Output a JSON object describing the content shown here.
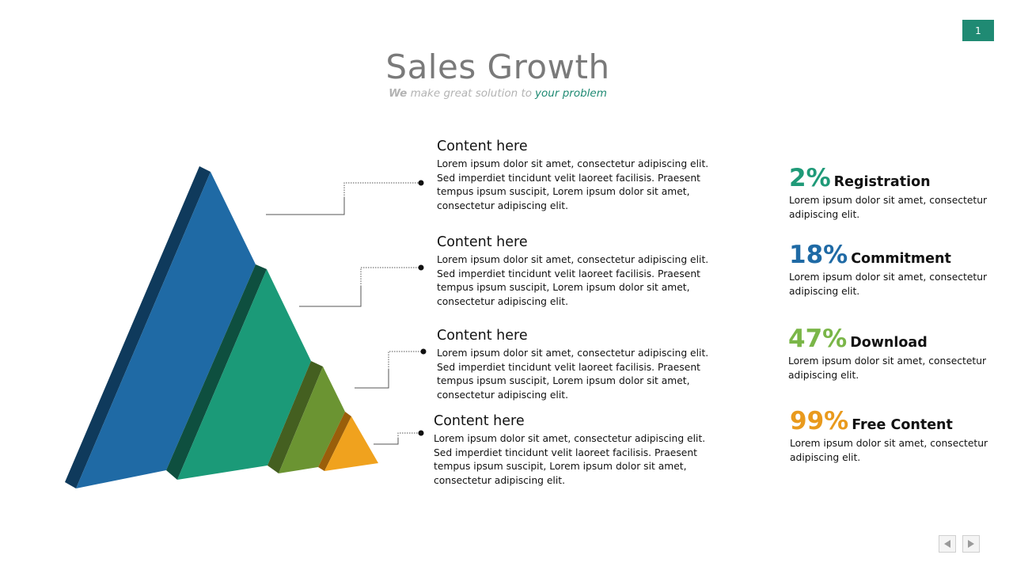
{
  "page": {
    "number": "1"
  },
  "header": {
    "title": "Sales Growth",
    "subtitle_we": "We",
    "subtitle_mid": " make great solution to",
    "subtitle_accent": "your problem"
  },
  "content_blocks": [
    {
      "title": "Content here",
      "text": "Lorem ipsum dolor sit amet, consectetur adipiscing elit. Sed imperdiet tincidunt velit laoreet facilisis. Praesent tempus ipsum suscipit, Lorem ipsum dolor sit amet, consectetur adipiscing elit."
    },
    {
      "title": "Content here",
      "text": "Lorem ipsum dolor sit amet, consectetur adipiscing elit. Sed imperdiet tincidunt velit laoreet facilisis. Praesent tempus ipsum suscipit, Lorem ipsum dolor sit amet, consectetur adipiscing elit."
    },
    {
      "title": "Content here",
      "text": "Lorem ipsum dolor sit amet, consectetur adipiscing elit. Sed imperdiet tincidunt velit laoreet facilisis. Praesent tempus ipsum suscipit, Lorem ipsum dolor sit amet, consectetur adipiscing elit."
    },
    {
      "title": "Content here",
      "text": "Lorem ipsum dolor sit amet, consectetur adipiscing elit. Sed imperdiet tincidunt velit laoreet facilisis. Praesent tempus ipsum suscipit, Lorem ipsum dolor sit amet, consectetur adipiscing elit."
    }
  ],
  "stats": [
    {
      "percent": "2%",
      "label": "Registration",
      "text": "Lorem ipsum dolor sit amet, consectetur adipiscing elit.",
      "color": "#1f9a78"
    },
    {
      "percent": "18%",
      "label": "Commitment",
      "text": "Lorem ipsum dolor sit amet, consectetur adipiscing elit.",
      "color": "#1f6aa5"
    },
    {
      "percent": "47%",
      "label": "Download",
      "text": "Lorem ipsum dolor sit amet, consectetur adipiscing elit.",
      "color": "#7ab648"
    },
    {
      "percent": "99%",
      "label": "Free Content",
      "text": "Lorem ipsum dolor sit amet, consectetur adipiscing elit.",
      "color": "#e99a1d"
    }
  ],
  "pyramid_colors": {
    "blue": "#1f6aa5",
    "blue_dark": "#0f3a5c",
    "teal": "#1b9a78",
    "teal_dark": "#0e4f3f",
    "green": "#6b9432",
    "green_dark": "#445f20",
    "orange": "#f0a21e",
    "orange_dark": "#9a5e0a"
  },
  "nav": {
    "prev_icon": "triangle-left-icon",
    "next_icon": "triangle-right-icon"
  }
}
